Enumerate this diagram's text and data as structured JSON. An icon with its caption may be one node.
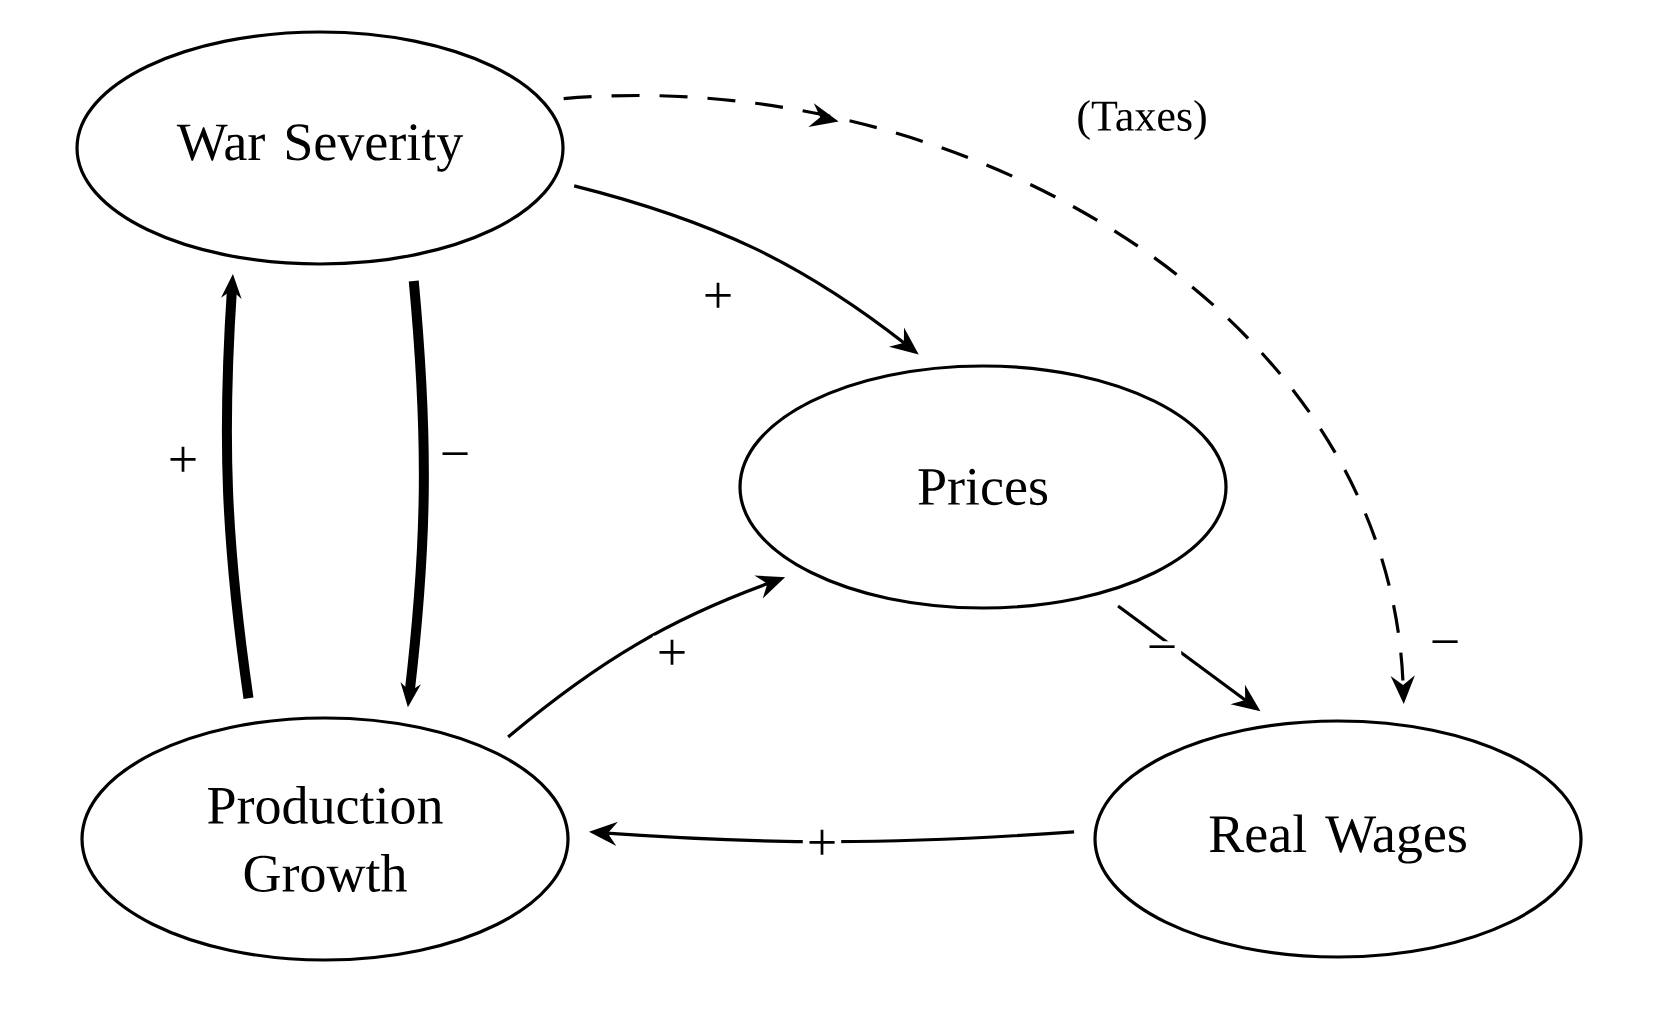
{
  "diagram": {
    "nodes": [
      {
        "text": [
          "War Severity"
        ]
      },
      {
        "text": [
          "Prices"
        ]
      },
      {
        "text": [
          "Production Growth"
        ]
      },
      {
        "text": [
          "Real Wages"
        ]
      }
    ],
    "edges": [
      {
        "from": 0,
        "to": 1,
        "arrow": "to",
        "label": "+"
      },
      {
        "from": 0,
        "to": 2,
        "arrow": "to",
        "label": "−",
        "style": "thick"
      },
      {
        "from": 2,
        "to": 0,
        "arrow": "to",
        "label": "+",
        "style": "thick"
      },
      {
        "from": 2,
        "to": 1,
        "arrow": "to",
        "label": "+"
      },
      {
        "from": 1,
        "to": 3,
        "arrow": "to",
        "label": "−"
      },
      {
        "from": 3,
        "to": 2,
        "arrow": "to",
        "label": "+"
      },
      {
        "from": 0,
        "to": 3,
        "arrow": "to",
        "label": "−",
        "style": "dashed"
      }
    ],
    "labels": [
      "(Taxes)"
    ]
  }
}
